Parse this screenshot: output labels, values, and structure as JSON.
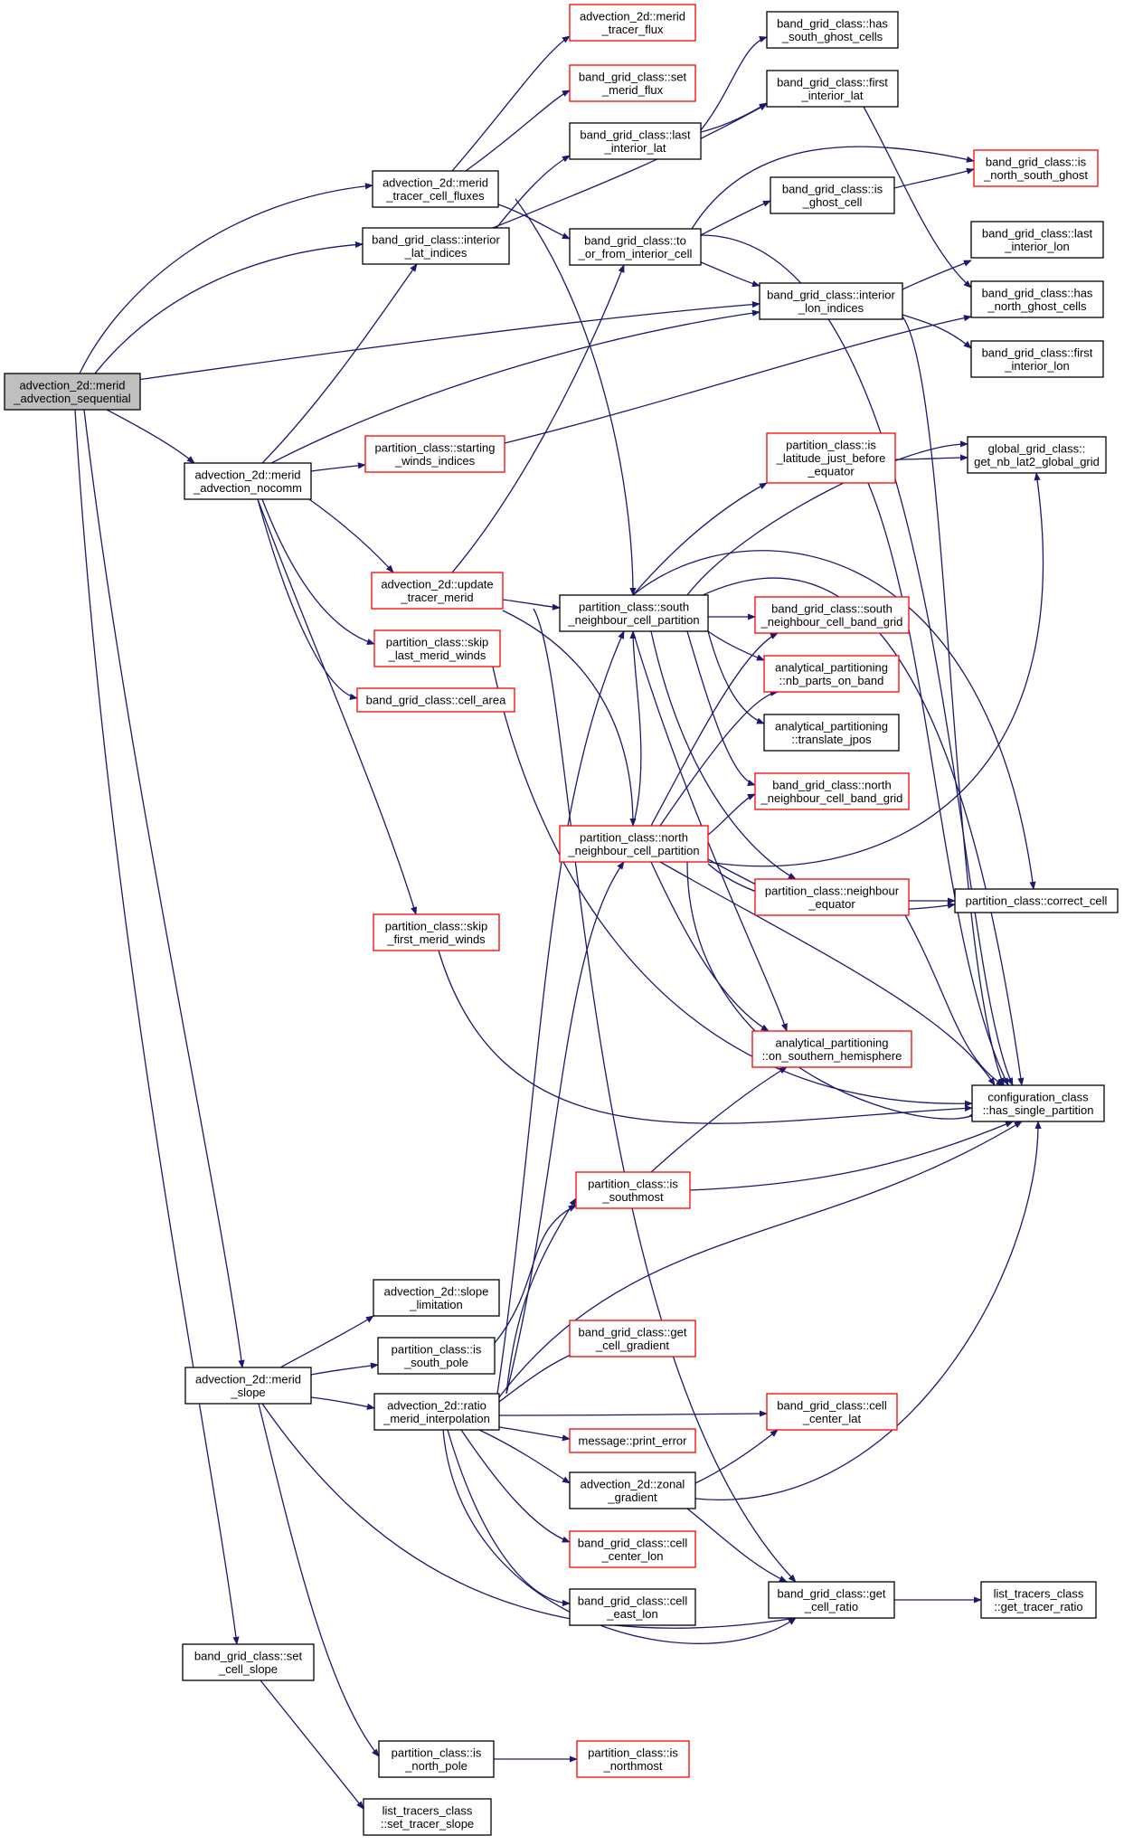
{
  "graph": {
    "edge_color": "#191970",
    "node_border_colors": {
      "documented": "#000000",
      "undocumented": "#ff0000"
    },
    "root_fill": "#bfbfbf",
    "nodes": [
      {
        "id": "n0",
        "lines": [
          "advection_2d::merid",
          "_advection_sequential"
        ],
        "style": "root"
      },
      {
        "id": "n1",
        "lines": [
          "advection_2d::merid",
          "_tracer_cell_fluxes"
        ],
        "style": "black"
      },
      {
        "id": "n2",
        "lines": [
          "band_grid_class::interior",
          "_lat_indices"
        ],
        "style": "black"
      },
      {
        "id": "n3",
        "lines": [
          "advection_2d::merid",
          "_advection_nocomm"
        ],
        "style": "black"
      },
      {
        "id": "n4",
        "lines": [
          "advection_2d::merid",
          "_slope"
        ],
        "style": "black"
      },
      {
        "id": "n5",
        "lines": [
          "band_grid_class::set",
          "_cell_slope"
        ],
        "style": "black"
      },
      {
        "id": "n6",
        "lines": [
          "advection_2d::merid",
          "_tracer_flux"
        ],
        "style": "red"
      },
      {
        "id": "n7",
        "lines": [
          "band_grid_class::set",
          "_merid_flux"
        ],
        "style": "red"
      },
      {
        "id": "n8",
        "lines": [
          "band_grid_class::last",
          "_interior_lat"
        ],
        "style": "black"
      },
      {
        "id": "n9",
        "lines": [
          "band_grid_class::to",
          "_or_from_interior_cell"
        ],
        "style": "black"
      },
      {
        "id": "n10",
        "lines": [
          "band_grid_class::has",
          "_south_ghost_cells"
        ],
        "style": "black"
      },
      {
        "id": "n11",
        "lines": [
          "band_grid_class::first",
          "_interior_lat"
        ],
        "style": "black"
      },
      {
        "id": "n12",
        "lines": [
          "band_grid_class::is",
          "_ghost_cell"
        ],
        "style": "black"
      },
      {
        "id": "n13",
        "lines": [
          "band_grid_class::interior",
          "_lon_indices"
        ],
        "style": "black"
      },
      {
        "id": "n14",
        "lines": [
          "band_grid_class::is",
          "_north_south_ghost"
        ],
        "style": "red"
      },
      {
        "id": "n15",
        "lines": [
          "band_grid_class::last",
          "_interior_lon"
        ],
        "style": "black"
      },
      {
        "id": "n16",
        "lines": [
          "band_grid_class::has",
          "_north_ghost_cells"
        ],
        "style": "black"
      },
      {
        "id": "n17",
        "lines": [
          "band_grid_class::first",
          "_interior_lon"
        ],
        "style": "black"
      },
      {
        "id": "n18",
        "lines": [
          "partition_class::starting",
          "_winds_indices"
        ],
        "style": "red"
      },
      {
        "id": "n19",
        "lines": [
          "partition_class::is",
          "_latitude_just_before",
          "_equator"
        ],
        "style": "red"
      },
      {
        "id": "n20",
        "lines": [
          "global_grid_class::",
          "get_nb_lat2_global_grid"
        ],
        "style": "black"
      },
      {
        "id": "n21",
        "lines": [
          "advection_2d::update",
          "_tracer_merid"
        ],
        "style": "red"
      },
      {
        "id": "n22",
        "lines": [
          "partition_class::south",
          "_neighbour_cell_partition"
        ],
        "style": "black"
      },
      {
        "id": "n23",
        "lines": [
          "partition_class::skip",
          "_last_merid_winds"
        ],
        "style": "red"
      },
      {
        "id": "n24",
        "lines": [
          "band_grid_class::cell_area"
        ],
        "style": "red"
      },
      {
        "id": "n25",
        "lines": [
          "band_grid_class::south",
          "_neighbour_cell_band_grid"
        ],
        "style": "red"
      },
      {
        "id": "n26",
        "lines": [
          "analytical_partitioning",
          "::nb_parts_on_band"
        ],
        "style": "red"
      },
      {
        "id": "n27",
        "lines": [
          "analytical_partitioning",
          "::translate_jpos"
        ],
        "style": "black"
      },
      {
        "id": "n28",
        "lines": [
          "band_grid_class::north",
          "_neighbour_cell_band_grid"
        ],
        "style": "red"
      },
      {
        "id": "n29",
        "lines": [
          "partition_class::north",
          "_neighbour_cell_partition"
        ],
        "style": "red"
      },
      {
        "id": "n30",
        "lines": [
          "partition_class::neighbour",
          "_equator"
        ],
        "style": "red"
      },
      {
        "id": "n31",
        "lines": [
          "partition_class::correct_cell"
        ],
        "style": "black"
      },
      {
        "id": "n32",
        "lines": [
          "partition_class::skip",
          "_first_merid_winds"
        ],
        "style": "red"
      },
      {
        "id": "n33",
        "lines": [
          "analytical_partitioning",
          "::on_southern_hemisphere"
        ],
        "style": "red"
      },
      {
        "id": "n34",
        "lines": [
          "configuration_class",
          "::has_single_partition"
        ],
        "style": "black"
      },
      {
        "id": "n35",
        "lines": [
          "partition_class::is",
          "_southmost"
        ],
        "style": "red"
      },
      {
        "id": "n36",
        "lines": [
          "advection_2d::slope",
          "_limitation"
        ],
        "style": "black"
      },
      {
        "id": "n37",
        "lines": [
          "partition_class::is",
          "_south_pole"
        ],
        "style": "black"
      },
      {
        "id": "n38",
        "lines": [
          "band_grid_class::get",
          "_cell_gradient"
        ],
        "style": "red"
      },
      {
        "id": "n39",
        "lines": [
          "advection_2d::ratio",
          "_merid_interpolation"
        ],
        "style": "black"
      },
      {
        "id": "n40",
        "lines": [
          "band_grid_class::cell",
          "_center_lat"
        ],
        "style": "red"
      },
      {
        "id": "n41",
        "lines": [
          "message::print_error"
        ],
        "style": "red"
      },
      {
        "id": "n42",
        "lines": [
          "advection_2d::zonal",
          "_gradient"
        ],
        "style": "black"
      },
      {
        "id": "n43",
        "lines": [
          "band_grid_class::cell",
          "_center_lon"
        ],
        "style": "red"
      },
      {
        "id": "n44",
        "lines": [
          "band_grid_class::get",
          "_cell_ratio"
        ],
        "style": "black"
      },
      {
        "id": "n45",
        "lines": [
          "list_tracers_class",
          "::get_tracer_ratio"
        ],
        "style": "black"
      },
      {
        "id": "n46",
        "lines": [
          "band_grid_class::cell",
          "_east_lon"
        ],
        "style": "black"
      },
      {
        "id": "n47",
        "lines": [
          "partition_class::is",
          "_north_pole"
        ],
        "style": "black"
      },
      {
        "id": "n48",
        "lines": [
          "partition_class::is",
          "_northmost"
        ],
        "style": "red"
      },
      {
        "id": "n49",
        "lines": [
          "list_tracers_class",
          "::set_tracer_slope"
        ],
        "style": "black"
      }
    ]
  }
}
